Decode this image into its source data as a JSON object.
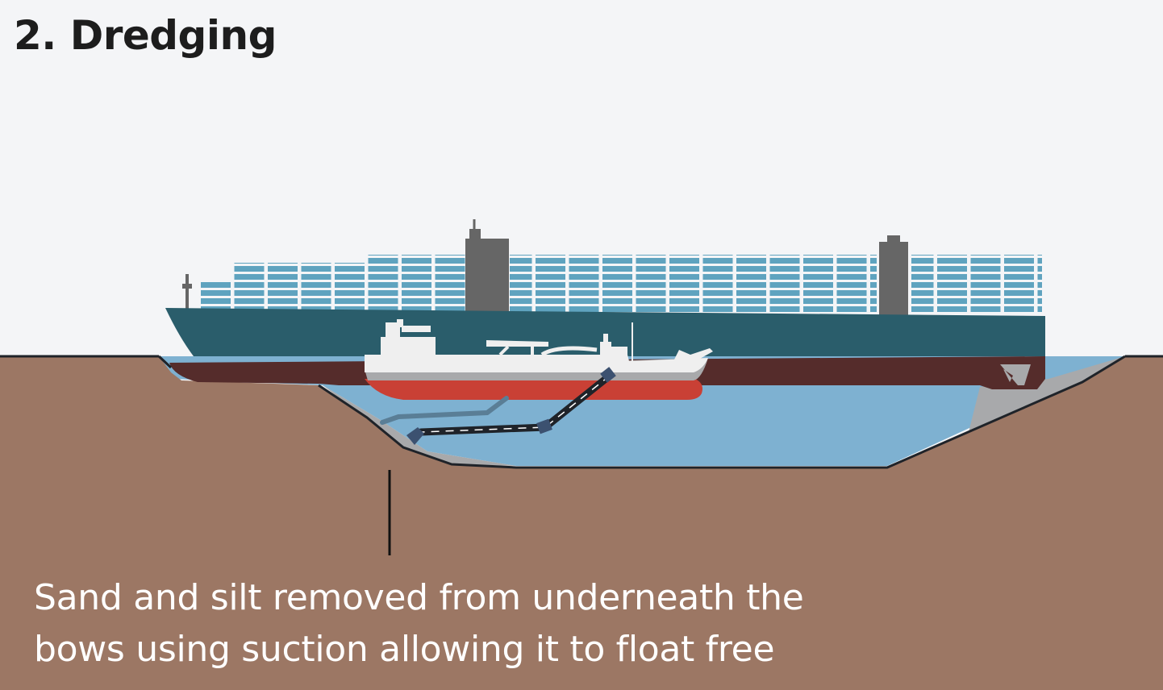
{
  "title": "2. Dredging",
  "caption": {
    "line1": "Sand and silt removed from underneath the",
    "line2": "bows using suction allowing it to float free"
  },
  "colors": {
    "background": "#f4f5f7",
    "sand": "#9c7764",
    "water": "#7eb1d1",
    "silt_grey": "#a8a9ab",
    "hull_teal": "#2a5d6b",
    "hull_lower": "#552c2b",
    "containers": "#5fa3bf",
    "bridge_grey": "#666666",
    "dredger_white": "#efefef",
    "dredger_red": "#c94035",
    "pipe_dark": "#1f2329",
    "pipe_joint": "#3c5170"
  },
  "icons": {
    "container_ship": "container-ship-icon",
    "dredger": "dredger-icon",
    "suction_pipe": "suction-pipe-icon"
  }
}
